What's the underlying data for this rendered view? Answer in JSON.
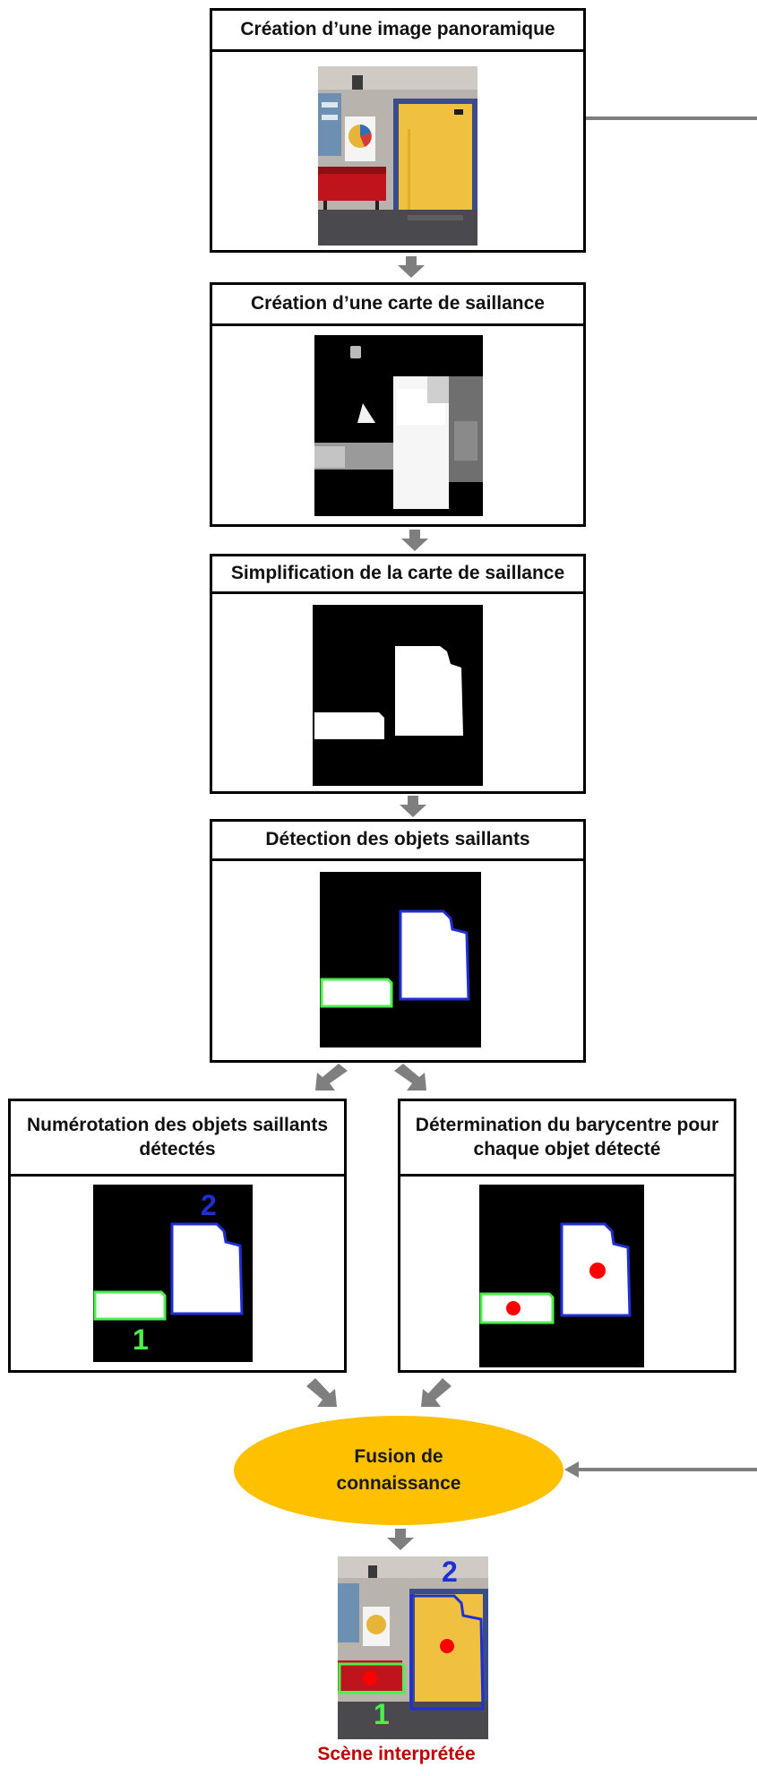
{
  "diagram": {
    "steps": [
      {
        "title": "Création d’une image panoramique"
      },
      {
        "title": "Création d’une carte de saillance"
      },
      {
        "title": "Simplification de la carte de saillance"
      },
      {
        "title": "Détection des objets saillants"
      },
      {
        "title": "Numérotation des objets saillants détectés"
      },
      {
        "title": "Détermination du barycentre pour chaque objet détecté"
      }
    ],
    "fusion": {
      "label_line1": "Fusion de",
      "label_line2": "connaissance"
    },
    "object_labels": {
      "first": "1",
      "second": "2"
    },
    "result": {
      "caption": "Scène interprétée"
    }
  },
  "colors": {
    "arrow": "#7f7f7f",
    "ellipse": "#ffc000",
    "outline_green": "#4cf04c",
    "outline_blue": "#1f2fd6",
    "centroid": "#ff0000",
    "caption": "#c00000",
    "wall": "#b8b4ad",
    "door": "#f0c040",
    "bench": "#c0141c",
    "floor": "#4a4a4e"
  }
}
